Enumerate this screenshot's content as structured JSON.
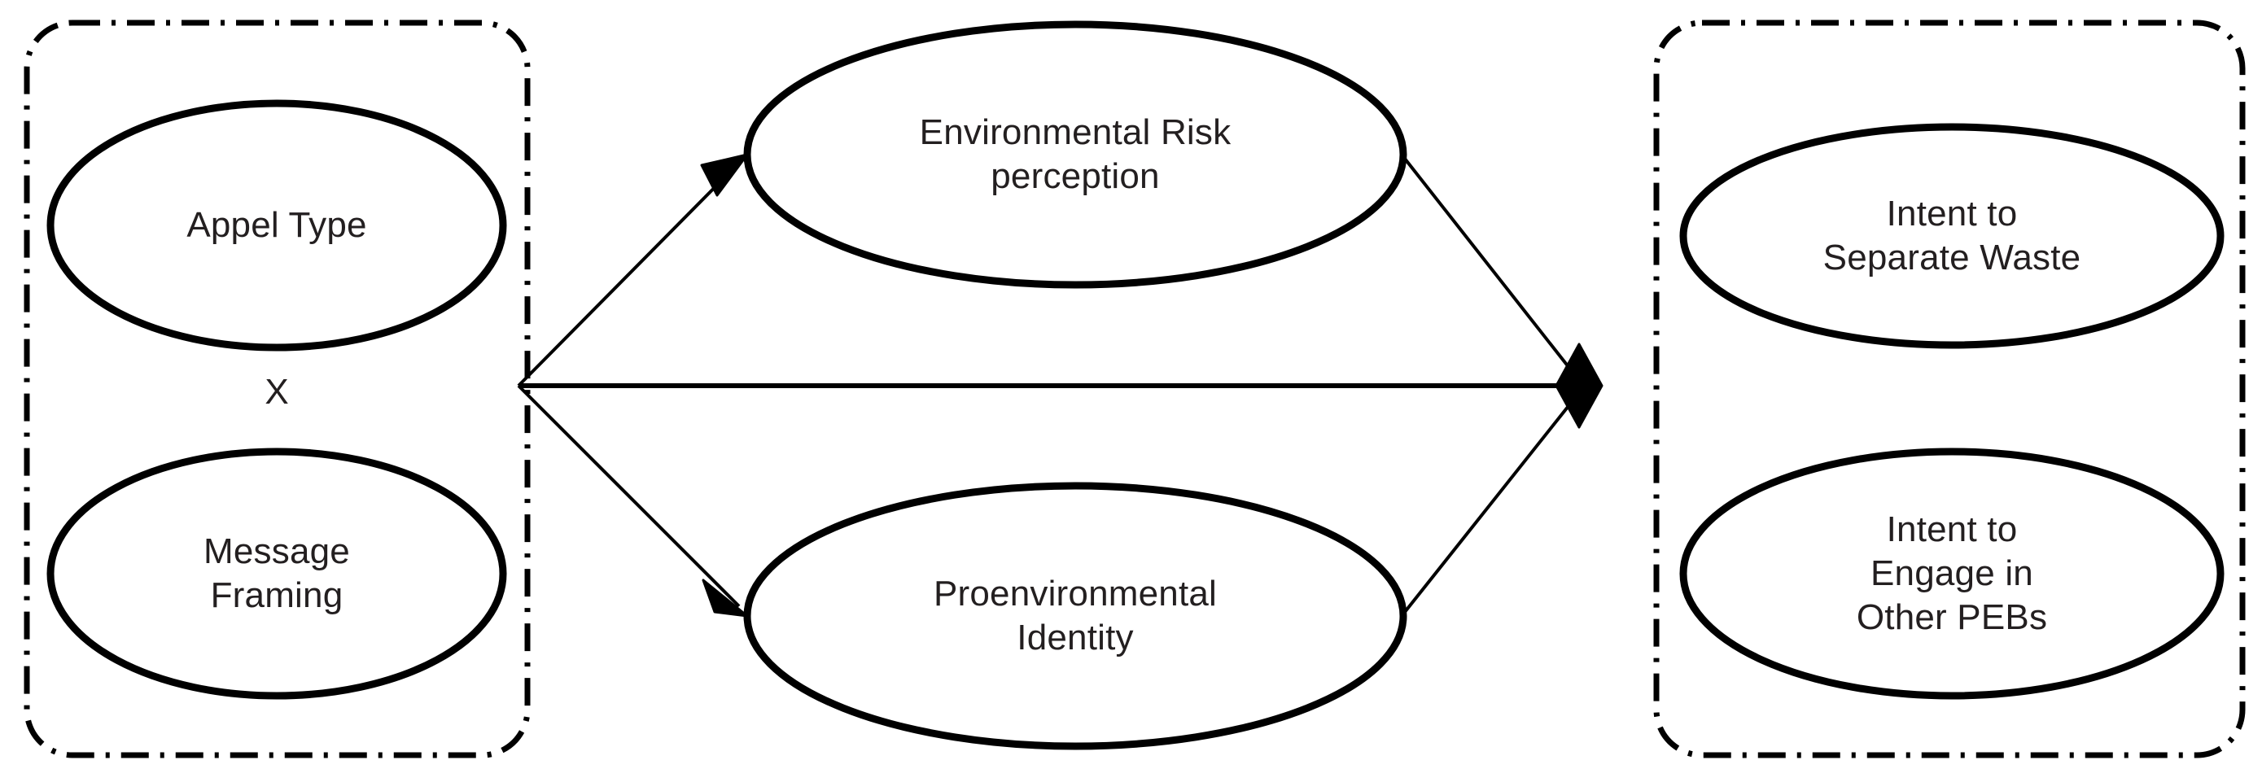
{
  "diagram": {
    "type": "conceptual-model",
    "background_color": "#ffffff",
    "stroke_color": "#000000",
    "text_color": "#231f20",
    "groups": [
      {
        "id": "independent-variables",
        "border_style": "dash-dot",
        "nodes": [
          {
            "id": "appel-type",
            "lines": [
              "Appel Type"
            ]
          },
          {
            "id": "message-framing",
            "lines": [
              "Message",
              "Framing"
            ]
          }
        ],
        "operator_label": "X"
      },
      {
        "id": "outcome-variables",
        "border_style": "dash-dot",
        "nodes": [
          {
            "id": "intent-separate-waste",
            "lines": [
              "Intent to",
              "Separate Waste"
            ]
          },
          {
            "id": "intent-engage-other-pebs",
            "lines": [
              "Intent to",
              "Engage in",
              "Other PEBs"
            ]
          }
        ]
      }
    ],
    "mediators": [
      {
        "id": "environmental-risk-perception",
        "lines": [
          "Environmental Risk",
          "perception"
        ]
      },
      {
        "id": "proenvironmental-identity",
        "lines": [
          "Proenvironmental",
          "Identity"
        ]
      }
    ],
    "connectors": [
      {
        "id": "iv-to-risk-perception",
        "from": "independent-variables",
        "to": "environmental-risk-perception",
        "arrow": "open-triangle"
      },
      {
        "id": "iv-to-proenv-identity",
        "from": "independent-variables",
        "to": "proenvironmental-identity",
        "arrow": "open-triangle"
      },
      {
        "id": "iv-direct-to-outcomes",
        "from": "independent-variables",
        "to": "outcome-variables",
        "arrow": "diamond"
      },
      {
        "id": "risk-perception-to-outcomes",
        "from": "environmental-risk-perception",
        "to": "outcome-variables",
        "arrow": "diamond"
      },
      {
        "id": "proenv-identity-to-outcomes",
        "from": "proenvironmental-identity",
        "to": "outcome-variables",
        "arrow": "diamond"
      }
    ]
  },
  "labels": {
    "appel_type": "Appel Type",
    "operator_x": "X",
    "message_framing_1": "Message",
    "message_framing_2": "Framing",
    "env_risk_1": "Environmental Risk",
    "env_risk_2": "perception",
    "proenv_1": "Proenvironmental",
    "proenv_2": "Identity",
    "intent_waste_1": "Intent to",
    "intent_waste_2": "Separate Waste",
    "intent_peb_1": "Intent to",
    "intent_peb_2": "Engage in",
    "intent_peb_3": "Other PEBs"
  }
}
